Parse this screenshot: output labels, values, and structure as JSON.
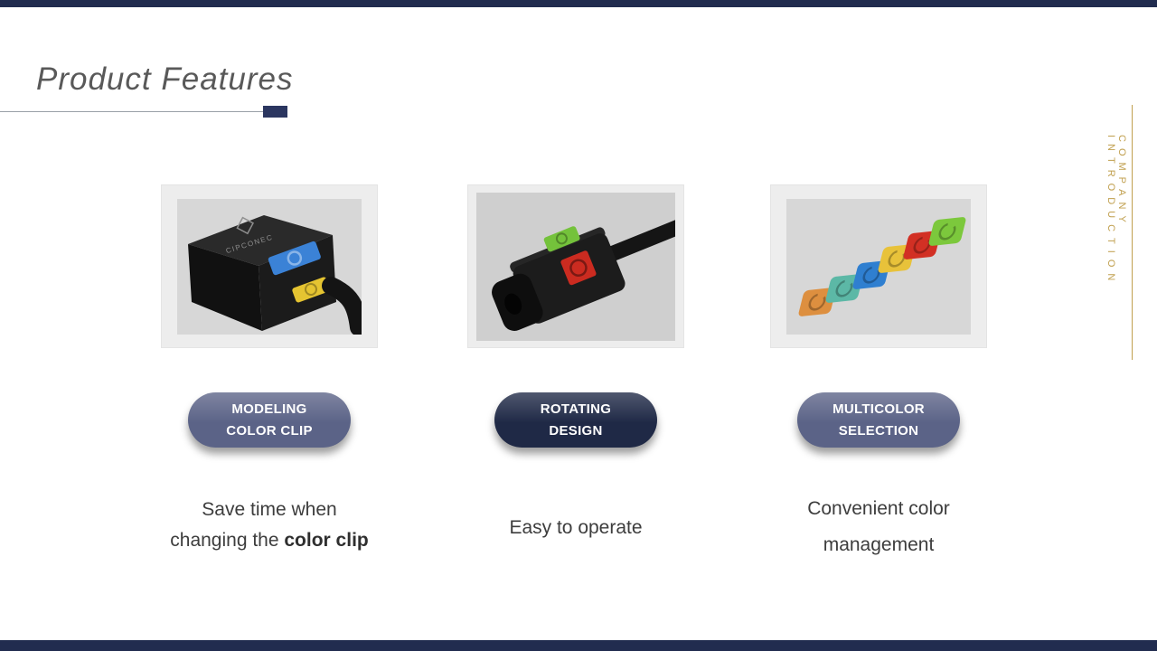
{
  "header": {
    "title": "Product Features"
  },
  "sidebar": {
    "vertical_label": "COMPANY INTRODUCTION"
  },
  "colors": {
    "navy": "#212c4f",
    "navy_accent": "#2b3660",
    "slate": "#5b6387",
    "gold": "#c09f4e"
  },
  "features": [
    {
      "badge_label": "MODELING COLOR CLIP",
      "badge_color": "#5b6387",
      "image_brand": "CIPCONEC",
      "caption": {
        "line1": "Save time when",
        "line2": "changing the ",
        "bold": "color clip"
      }
    },
    {
      "badge_label": "ROTATING DESIGN",
      "badge_color": "#1f2946",
      "caption": {
        "line1": "Easy to operate",
        "line2": "",
        "bold": ""
      }
    },
    {
      "badge_label": "MULTICOLOR SELECTION",
      "badge_color": "#5b6387",
      "caption": {
        "line1": "Convenient color",
        "line2": "management",
        "bold": ""
      }
    }
  ]
}
